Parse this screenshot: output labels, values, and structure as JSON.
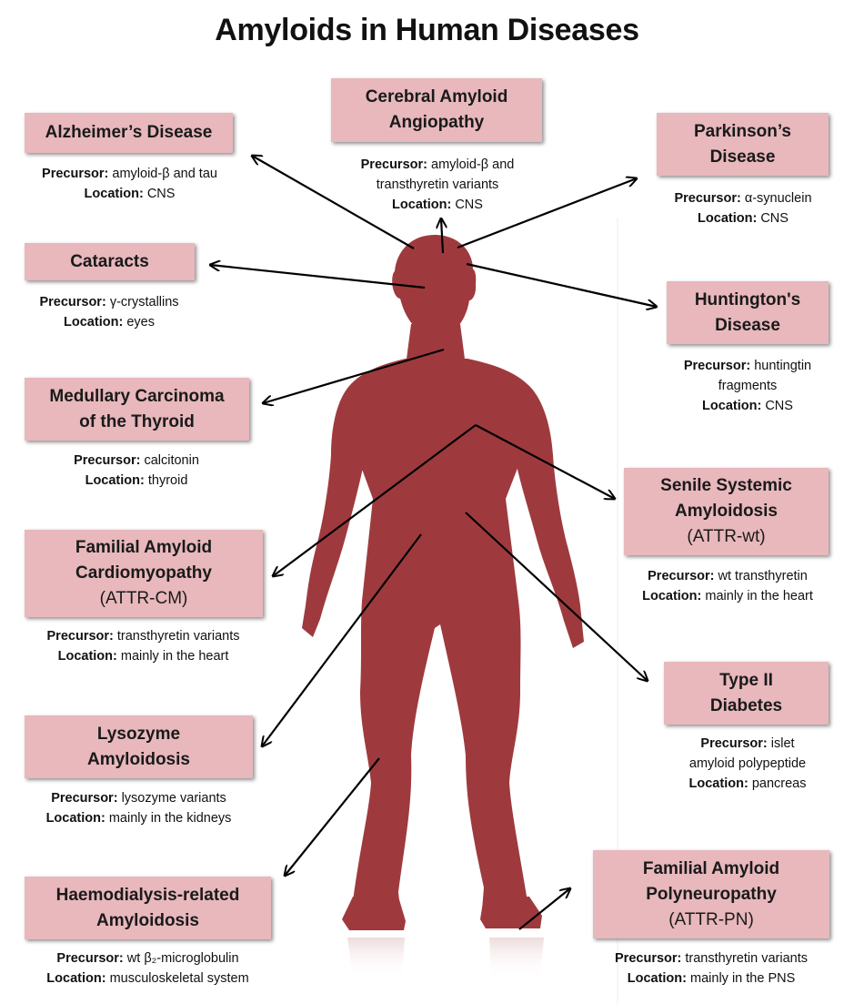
{
  "title": "Amyloids in Human Diseases",
  "colors": {
    "box_fill": "#e8b8bc",
    "body_fill": "#9e3a3e",
    "arrow": "#000000"
  },
  "diseases": [
    {
      "id": "alzheimers",
      "name": [
        "Alzheimer’s Disease"
      ],
      "precursor_label": "Precursor:",
      "precursor": [
        "amyloid-β and tau"
      ],
      "location_label": "Location:",
      "location": "CNS"
    },
    {
      "id": "caa",
      "name": [
        "Cerebral Amyloid",
        "Angiopathy"
      ],
      "precursor_label": "Precursor:",
      "precursor": [
        "amyloid-β and",
        "transthyretin variants"
      ],
      "location_label": "Location:",
      "location": "CNS"
    },
    {
      "id": "parkinsons",
      "name": [
        "Parkinson’s",
        "Disease"
      ],
      "precursor_label": "Precursor:",
      "precursor": [
        "α-synuclein"
      ],
      "location_label": "Location:",
      "location": "CNS"
    },
    {
      "id": "cataracts",
      "name": [
        "Cataracts"
      ],
      "precursor_label": "Precursor:",
      "precursor": [
        "γ-crystallins"
      ],
      "location_label": "Location:",
      "location": "eyes"
    },
    {
      "id": "huntingtons",
      "name": [
        "Huntington's",
        "Disease"
      ],
      "precursor_label": "Precursor:",
      "precursor": [
        "huntingtin",
        "fragments"
      ],
      "location_label": "Location:",
      "location": "CNS"
    },
    {
      "id": "thyroid",
      "name": [
        "Medullary Carcinoma",
        "of the Thyroid"
      ],
      "precursor_label": "Precursor:",
      "precursor": [
        "calcitonin"
      ],
      "location_label": "Location:",
      "location": "thyroid"
    },
    {
      "id": "senile",
      "name": [
        "Senile Systemic",
        "Amyloidosis",
        "(ATTR-wt)"
      ],
      "precursor_label": "Precursor:",
      "precursor": [
        "wt transthyretin"
      ],
      "location_label": "Location:",
      "location": "mainly in the heart"
    },
    {
      "id": "fac",
      "name": [
        "Familial Amyloid",
        "Cardiomyopathy",
        "(ATTR-CM)"
      ],
      "precursor_label": "Precursor:",
      "precursor": [
        "transthyretin variants"
      ],
      "location_label": "Location:",
      "location": "mainly in the heart"
    },
    {
      "id": "diabetes",
      "name": [
        "Type II",
        "Diabetes"
      ],
      "precursor_label": "Precursor:",
      "precursor": [
        "islet",
        "amyloid polypeptide"
      ],
      "location_label": "Location:",
      "location": "pancreas"
    },
    {
      "id": "lysozyme",
      "name": [
        "Lysozyme",
        "Amyloidosis"
      ],
      "precursor_label": "Precursor:",
      "precursor": [
        "lysozyme variants"
      ],
      "location_label": "Location:",
      "location": "mainly in the kidneys"
    },
    {
      "id": "haemodialysis",
      "name": [
        "Haemodialysis-related",
        "Amyloidosis"
      ],
      "precursor_label": "Precursor:",
      "precursor": [
        "wt β₂-microglobulin"
      ],
      "location_label": "Location:",
      "location": "musculoskeletal system"
    },
    {
      "id": "fap",
      "name": [
        "Familial Amyloid",
        "Polyneuropathy",
        "(ATTR-PN)"
      ],
      "precursor_label": "Precursor:",
      "precursor": [
        "transthyretin variants"
      ],
      "location_label": "Location:",
      "location": "mainly in the PNS"
    }
  ]
}
